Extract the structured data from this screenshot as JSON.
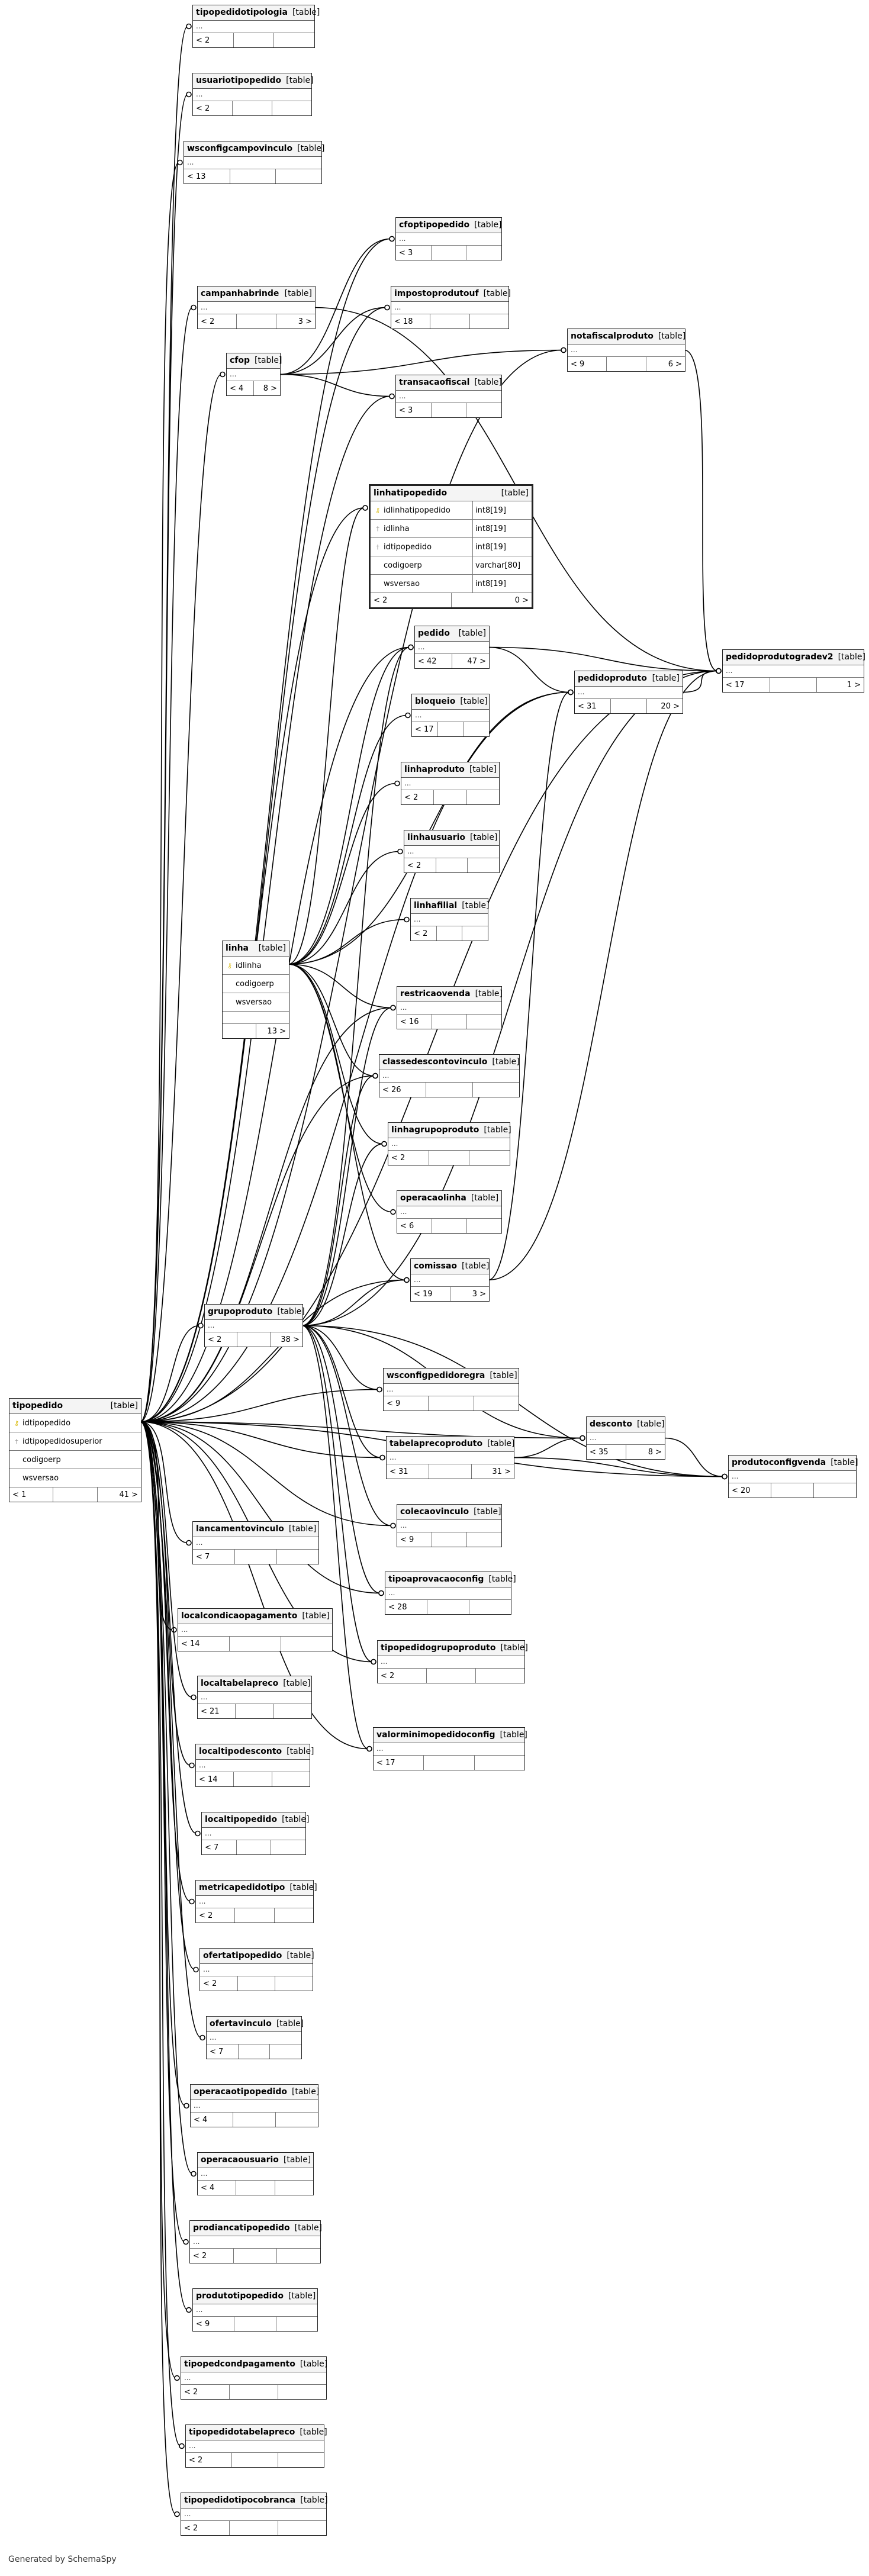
{
  "tag": "[table]",
  "credit": "Generated by SchemaSpy",
  "tables": [
    {
      "id": "tipopedidotipologia",
      "name": "tipopedidotipologia",
      "footer": [
        "< 2",
        "",
        ""
      ]
    },
    {
      "id": "usuariotipopedido",
      "name": "usuariotipopedido",
      "footer": [
        "< 2",
        "",
        ""
      ]
    },
    {
      "id": "wsconfigcampovinculo",
      "name": "wsconfigcampovinculo",
      "footer": [
        "< 13",
        "",
        ""
      ]
    },
    {
      "id": "cfoptipopedido",
      "name": "cfoptipopedido",
      "footer": [
        "< 3",
        "",
        ""
      ]
    },
    {
      "id": "campanhabrinde",
      "name": "campanhabrinde",
      "footer": [
        "< 2",
        "",
        "3 >"
      ]
    },
    {
      "id": "impostoprodutouf",
      "name": "impostoprodutouf",
      "footer": [
        "< 18",
        "",
        ""
      ]
    },
    {
      "id": "notafiscalproduto",
      "name": "notafiscalproduto",
      "footer": [
        "< 9",
        "",
        "6 >"
      ]
    },
    {
      "id": "cfop",
      "name": "cfop",
      "footer": [
        "< 4",
        "8 >"
      ]
    },
    {
      "id": "transacaofiscal",
      "name": "transacaofiscal",
      "footer": [
        "< 3",
        "",
        ""
      ]
    },
    {
      "id": "linhatipopedido",
      "name": "linhatipopedido",
      "bold": true,
      "columns": [
        {
          "key": "pk",
          "name": "idlinhatipopedido",
          "type": "int8[19]"
        },
        {
          "key": "fk",
          "name": "idlinha",
          "type": "int8[19]"
        },
        {
          "key": "fk",
          "name": "idtipopedido",
          "type": "int8[19]"
        },
        {
          "key": "",
          "name": "codigoerp",
          "type": "varchar[80]"
        },
        {
          "key": "",
          "name": "wsversao",
          "type": "int8[19]"
        }
      ],
      "footer": [
        "< 2",
        "0 >"
      ]
    },
    {
      "id": "pedido",
      "name": "pedido",
      "footer": [
        "< 42",
        "47 >"
      ]
    },
    {
      "id": "pedidoprodutogradev2",
      "name": "pedidoprodutogradev2",
      "footer": [
        "< 17",
        "",
        "1 >"
      ]
    },
    {
      "id": "pedidoproduto",
      "name": "pedidoproduto",
      "footer": [
        "< 31",
        "",
        "20 >"
      ]
    },
    {
      "id": "bloqueio",
      "name": "bloqueio",
      "footer": [
        "< 17",
        "",
        ""
      ]
    },
    {
      "id": "linhaproduto",
      "name": "linhaproduto",
      "footer": [
        "< 2",
        "",
        ""
      ]
    },
    {
      "id": "linhausuario",
      "name": "linhausuario",
      "footer": [
        "< 2",
        "",
        ""
      ]
    },
    {
      "id": "linhafilial",
      "name": "linhafilial",
      "footer": [
        "< 2",
        "",
        ""
      ]
    },
    {
      "id": "linha",
      "name": "linha",
      "columns": [
        {
          "key": "pk",
          "name": "idlinha",
          "type": ""
        },
        {
          "key": "",
          "name": "codigoerp",
          "type": ""
        },
        {
          "key": "",
          "name": "wsversao",
          "type": ""
        }
      ],
      "footer": [
        "",
        "13 >"
      ]
    },
    {
      "id": "restricaovenda",
      "name": "restricaovenda",
      "footer": [
        "< 16",
        "",
        ""
      ]
    },
    {
      "id": "classedescontovinculo",
      "name": "classedescontovinculo",
      "footer": [
        "< 26",
        "",
        ""
      ]
    },
    {
      "id": "linhagrupoproduto",
      "name": "linhagrupoproduto",
      "footer": [
        "< 2",
        "",
        ""
      ]
    },
    {
      "id": "operacaolinha",
      "name": "operacaolinha",
      "footer": [
        "< 6",
        "",
        ""
      ]
    },
    {
      "id": "comissao",
      "name": "comissao",
      "footer": [
        "< 19",
        "3 >"
      ]
    },
    {
      "id": "grupoproduto",
      "name": "grupoproduto",
      "footer": [
        "< 2",
        "",
        "38 >"
      ]
    },
    {
      "id": "wsconfigpedidoregra",
      "name": "wsconfigpedidoregra",
      "footer": [
        "< 9",
        "",
        ""
      ]
    },
    {
      "id": "tipopedido",
      "name": "tipopedido",
      "columns": [
        {
          "key": "pk",
          "name": "idtipopedido",
          "type": ""
        },
        {
          "key": "fk",
          "name": "idtipopedidosuperior",
          "type": ""
        },
        {
          "key": "",
          "name": "codigoerp",
          "type": ""
        },
        {
          "key": "",
          "name": "wsversao",
          "type": ""
        }
      ],
      "footer": [
        "< 1",
        "",
        "41 >"
      ]
    },
    {
      "id": "desconto",
      "name": "desconto",
      "footer": [
        "< 35",
        "8 >"
      ]
    },
    {
      "id": "tabelaprecoproduto",
      "name": "tabelaprecoproduto",
      "footer": [
        "< 31",
        "",
        "31 >"
      ]
    },
    {
      "id": "produtoconfigvenda",
      "name": "produtoconfigvenda",
      "footer": [
        "< 20",
        "",
        ""
      ]
    },
    {
      "id": "colecaovinculo",
      "name": "colecaovinculo",
      "footer": [
        "< 9",
        "",
        ""
      ]
    },
    {
      "id": "lancamentovinculo",
      "name": "lancamentovinculo",
      "footer": [
        "< 7",
        "",
        ""
      ]
    },
    {
      "id": "tipoaprovacaoconfig",
      "name": "tipoaprovacaoconfig",
      "footer": [
        "< 28",
        "",
        ""
      ]
    },
    {
      "id": "localcondicaopagamento",
      "name": "localcondicaopagamento",
      "footer": [
        "< 14",
        "",
        ""
      ]
    },
    {
      "id": "tipopedidogrupoproduto",
      "name": "tipopedidogrupoproduto",
      "footer": [
        "< 2",
        "",
        ""
      ]
    },
    {
      "id": "localtabelapreco",
      "name": "localtabelapreco",
      "footer": [
        "< 21",
        "",
        ""
      ]
    },
    {
      "id": "valorminimopedidoconfig",
      "name": "valorminimopedidoconfig",
      "footer": [
        "< 17",
        "",
        ""
      ]
    },
    {
      "id": "localtipodesconto",
      "name": "localtipodesconto",
      "footer": [
        "< 14",
        "",
        ""
      ]
    },
    {
      "id": "localtipopedido",
      "name": "localtipopedido",
      "footer": [
        "< 7",
        "",
        ""
      ]
    },
    {
      "id": "metricapedidotipo",
      "name": "metricapedidotipo",
      "footer": [
        "< 2",
        "",
        ""
      ]
    },
    {
      "id": "ofertatipopedido",
      "name": "ofertatipopedido",
      "footer": [
        "< 2",
        "",
        ""
      ]
    },
    {
      "id": "ofertavinculo",
      "name": "ofertavinculo",
      "footer": [
        "< 7",
        "",
        ""
      ]
    },
    {
      "id": "operacaotipopedido",
      "name": "operacaotipopedido",
      "footer": [
        "< 4",
        "",
        ""
      ]
    },
    {
      "id": "operacaousuario",
      "name": "operacaousuario",
      "footer": [
        "< 4",
        "",
        ""
      ]
    },
    {
      "id": "prodiancatipopedido",
      "name": "prodiancatipopedido",
      "footer": [
        "< 2",
        "",
        ""
      ]
    },
    {
      "id": "produtotipopedido",
      "name": "produtotipopedido",
      "footer": [
        "< 9",
        "",
        ""
      ]
    },
    {
      "id": "tipopedcondpagamento",
      "name": "tipopedcondpagamento",
      "footer": [
        "< 2",
        "",
        ""
      ]
    },
    {
      "id": "tipopedidotabelapreco",
      "name": "tipopedidotabelapreco",
      "footer": [
        "< 2",
        "",
        ""
      ]
    },
    {
      "id": "tipopedidotipocobranca",
      "name": "tipopedidotipocobranca",
      "footer": [
        "< 2",
        "",
        ""
      ]
    }
  ],
  "relationships": [
    [
      "tipopedido",
      "tipopedidotipologia"
    ],
    [
      "tipopedido",
      "usuariotipopedido"
    ],
    [
      "tipopedido",
      "wsconfigcampovinculo"
    ],
    [
      "tipopedido",
      "cfoptipopedido"
    ],
    [
      "tipopedido",
      "campanhabrinde"
    ],
    [
      "tipopedido",
      "impostoprodutouf"
    ],
    [
      "tipopedido",
      "notafiscalproduto"
    ],
    [
      "tipopedido",
      "cfop"
    ],
    [
      "tipopedido",
      "transacaofiscal"
    ],
    [
      "tipopedido",
      "linhatipopedido"
    ],
    [
      "tipopedido",
      "pedido"
    ],
    [
      "tipopedido",
      "pedidoprodutogradev2"
    ],
    [
      "tipopedido",
      "pedidoproduto"
    ],
    [
      "tipopedido",
      "restricaovenda"
    ],
    [
      "tipopedido",
      "classedescontovinculo"
    ],
    [
      "tipopedido",
      "comissao"
    ],
    [
      "tipopedido",
      "grupoproduto"
    ],
    [
      "tipopedido",
      "wsconfigpedidoregra"
    ],
    [
      "tipopedido",
      "desconto"
    ],
    [
      "tipopedido",
      "tabelaprecoproduto"
    ],
    [
      "tipopedido",
      "produtoconfigvenda"
    ],
    [
      "tipopedido",
      "colecaovinculo"
    ],
    [
      "tipopedido",
      "lancamentovinculo"
    ],
    [
      "tipopedido",
      "tipoaprovacaoconfig"
    ],
    [
      "tipopedido",
      "localcondicaopagamento"
    ],
    [
      "tipopedido",
      "tipopedidogrupoproduto"
    ],
    [
      "tipopedido",
      "localtabelapreco"
    ],
    [
      "tipopedido",
      "valorminimopedidoconfig"
    ],
    [
      "tipopedido",
      "localtipodesconto"
    ],
    [
      "tipopedido",
      "localtipopedido"
    ],
    [
      "tipopedido",
      "metricapedidotipo"
    ],
    [
      "tipopedido",
      "ofertatipopedido"
    ],
    [
      "tipopedido",
      "ofertavinculo"
    ],
    [
      "tipopedido",
      "operacaotipopedido"
    ],
    [
      "tipopedido",
      "operacaousuario"
    ],
    [
      "tipopedido",
      "prodiancatipopedido"
    ],
    [
      "tipopedido",
      "produtotipopedido"
    ],
    [
      "tipopedido",
      "tipopedcondpagamento"
    ],
    [
      "tipopedido",
      "tipopedidotabelapreco"
    ],
    [
      "tipopedido",
      "tipopedidotipocobranca"
    ],
    [
      "cfop",
      "cfoptipopedido"
    ],
    [
      "cfop",
      "impostoprodutouf"
    ],
    [
      "cfop",
      "notafiscalproduto"
    ],
    [
      "cfop",
      "transacaofiscal"
    ],
    [
      "linha",
      "linhatipopedido"
    ],
    [
      "linha",
      "pedido"
    ],
    [
      "linha",
      "bloqueio"
    ],
    [
      "linha",
      "linhaproduto"
    ],
    [
      "linha",
      "linhausuario"
    ],
    [
      "linha",
      "linhafilial"
    ],
    [
      "linha",
      "restricaovenda"
    ],
    [
      "linha",
      "classedescontovinculo"
    ],
    [
      "linha",
      "linhagrupoproduto"
    ],
    [
      "linha",
      "operacaolinha"
    ],
    [
      "linha",
      "comissao"
    ],
    [
      "linha",
      "pedidoproduto"
    ],
    [
      "grupoproduto",
      "pedido"
    ],
    [
      "grupoproduto",
      "restricaovenda"
    ],
    [
      "grupoproduto",
      "classedescontovinculo"
    ],
    [
      "grupoproduto",
      "linhagrupoproduto"
    ],
    [
      "grupoproduto",
      "comissao"
    ],
    [
      "grupoproduto",
      "wsconfigpedidoregra"
    ],
    [
      "grupoproduto",
      "desconto"
    ],
    [
      "grupoproduto",
      "tabelaprecoproduto"
    ],
    [
      "grupoproduto",
      "colecaovinculo"
    ],
    [
      "grupoproduto",
      "tipoaprovacaoconfig"
    ],
    [
      "grupoproduto",
      "tipopedidogrupoproduto"
    ],
    [
      "grupoproduto",
      "valorminimopedidoconfig"
    ],
    [
      "grupoproduto",
      "pedidoprodutogradev2"
    ],
    [
      "grupoproduto",
      "produtoconfigvenda"
    ],
    [
      "pedido",
      "pedidoproduto"
    ],
    [
      "pedido",
      "pedidoprodutogradev2"
    ],
    [
      "pedidoproduto",
      "pedidoprodutogradev2"
    ],
    [
      "comissao",
      "pedidoproduto"
    ],
    [
      "comissao",
      "pedidoprodutogradev2"
    ],
    [
      "desconto",
      "produtoconfigvenda"
    ],
    [
      "tabelaprecoproduto",
      "produtoconfigvenda"
    ],
    [
      "tabelaprecoproduto",
      "desconto"
    ],
    [
      "campanhabrinde",
      "pedidoprodutogradev2"
    ],
    [
      "notafiscalproduto",
      "pedidoprodutogradev2"
    ]
  ]
}
